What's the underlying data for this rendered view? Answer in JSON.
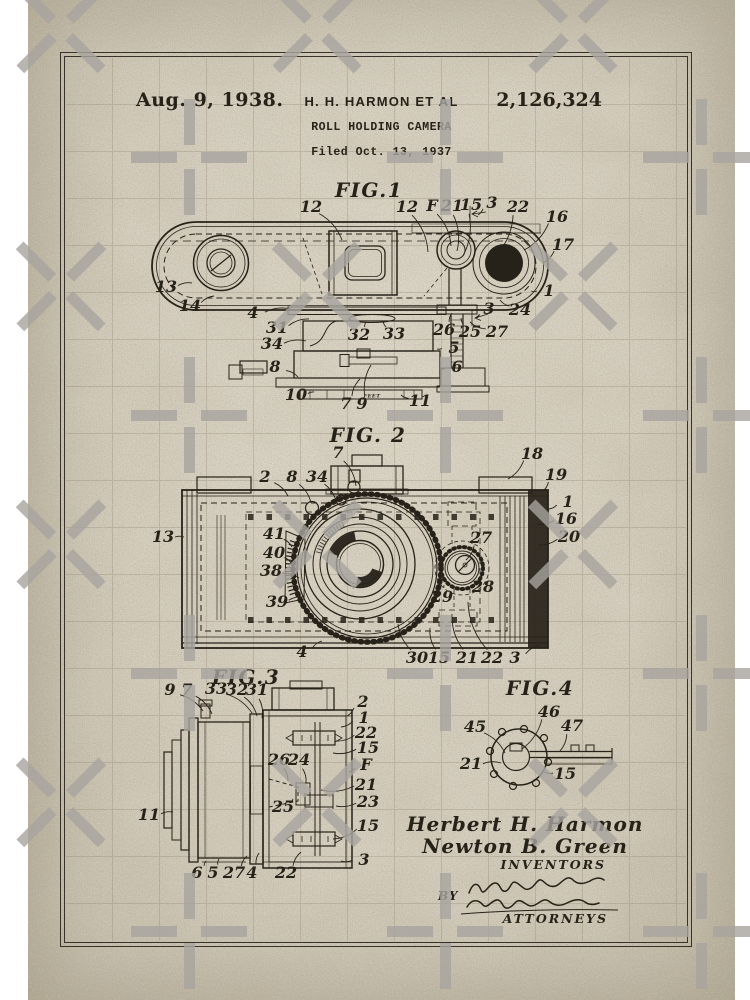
{
  "poster": {
    "header": {
      "date": "Aug. 9, 1938.",
      "inventors_line": "H. H. HARMON ET AL",
      "patent_number": "2,126,324",
      "title": "ROLL HOLDING CAMERA",
      "filed_line": "Filed Oct. 13, 1937"
    },
    "figures": {
      "fig1": {
        "title": "FIG.1",
        "scale_text": "FEET",
        "callouts": [
          "12",
          "12",
          "F",
          "21",
          "15",
          "3",
          "22",
          "16",
          "17",
          "1",
          "13",
          "14",
          "4",
          "31",
          "32",
          "33",
          "34",
          "8",
          "10",
          "7",
          "9",
          "11",
          "5",
          "6",
          "26",
          "25",
          "27",
          "3",
          "24"
        ]
      },
      "fig2": {
        "title": "FIG. 2",
        "callouts": [
          "7",
          "2",
          "8",
          "34",
          "18",
          "19",
          "1",
          "16",
          "20",
          "13",
          "41",
          "40",
          "38",
          "39",
          "4",
          "30",
          "15",
          "21",
          "22",
          "3",
          "29",
          "28",
          "27"
        ]
      },
      "fig3": {
        "title": "FIG.3",
        "callouts": [
          "9",
          "7",
          "33",
          "32",
          "31",
          "2",
          "1",
          "22",
          "15",
          "F",
          "21",
          "23",
          "15",
          "3",
          "26",
          "24",
          "25",
          "11",
          "6",
          "5",
          "27",
          "4",
          "22"
        ]
      },
      "fig4": {
        "title": "FIG.4",
        "callouts": [
          "45",
          "46",
          "47",
          "21",
          "15"
        ]
      }
    },
    "signatures": {
      "inventor_1": "Herbert H. Harmon",
      "inventor_2": "Newton B. Green",
      "inventors_label": "INVENTORS",
      "by_label": "BY",
      "attorneys_label": "ATTORNEYS"
    },
    "colors": {
      "paper": "#d9d2c1",
      "ink": "#272219",
      "watermark": "#a8a5a0",
      "grid": "#7d7057"
    }
  }
}
